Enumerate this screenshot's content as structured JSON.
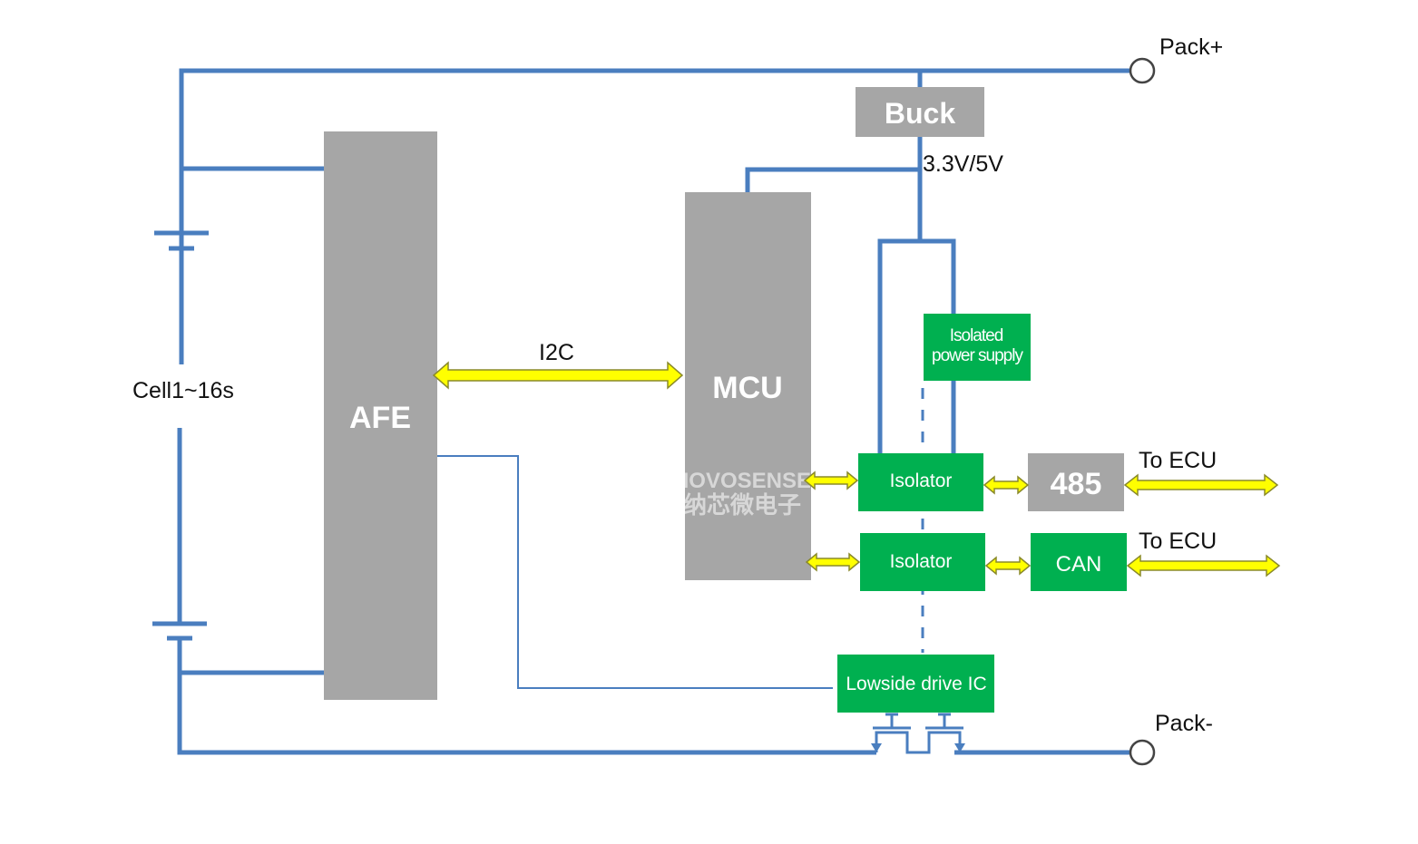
{
  "colors": {
    "wire": "#4a7ebf",
    "gray_block": "#a6a6a6",
    "green_block": "#00b050",
    "arrow": "#ffff00"
  },
  "terminals": {
    "pack_plus": "Pack+",
    "pack_minus": "Pack-"
  },
  "labels": {
    "cells": "Cell1~16s",
    "i2c": "I2C",
    "voltage": "3.3V/5V",
    "to_ecu_1": "To ECU",
    "to_ecu_2": "To ECU"
  },
  "blocks": {
    "afe": "AFE",
    "mcu": "MCU",
    "buck": "Buck",
    "isolated_power_line1": "Isolated",
    "isolated_power_line2": "power supply",
    "isolator_1": "Isolator",
    "isolator_2": "Isolator",
    "rs485": "485",
    "can": "CAN",
    "lowside": "Lowside drive IC"
  },
  "watermark": {
    "latin": "NOVOSENSE",
    "cjk": "纳芯微电子"
  }
}
